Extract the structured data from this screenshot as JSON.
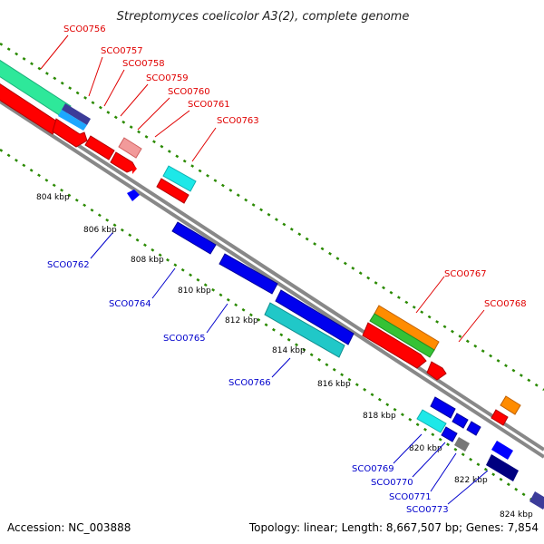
{
  "title": "Streptomyces coelicolor A3(2), complete genome",
  "footer": {
    "accession": "Accession: NC_003888",
    "stats": "Topology: linear; Length: 8,667,507 bp; Genes: 7,854"
  },
  "colors": {
    "forward_label": "#e00000",
    "reverse_label": "#0000cc",
    "backbone": "#888888",
    "guide": "#2a8a00"
  },
  "ticks": [
    "804 kbp",
    "806 kbp",
    "808 kbp",
    "810 kbp",
    "812 kbp",
    "814 kbp",
    "816 kbp",
    "818 kbp",
    "820 kbp",
    "822 kbp",
    "824 kbp"
  ],
  "forward_genes": [
    "SCO0756",
    "SCO0757",
    "SCO0758",
    "SCO0759",
    "SCO0760",
    "SCO0761",
    "SCO0763",
    "SCO0767",
    "SCO0768"
  ],
  "reverse_genes": [
    "SCO0762",
    "SCO0764",
    "SCO0765",
    "SCO0766",
    "SCO0769",
    "SCO0770",
    "SCO0771",
    "SCO0773"
  ]
}
